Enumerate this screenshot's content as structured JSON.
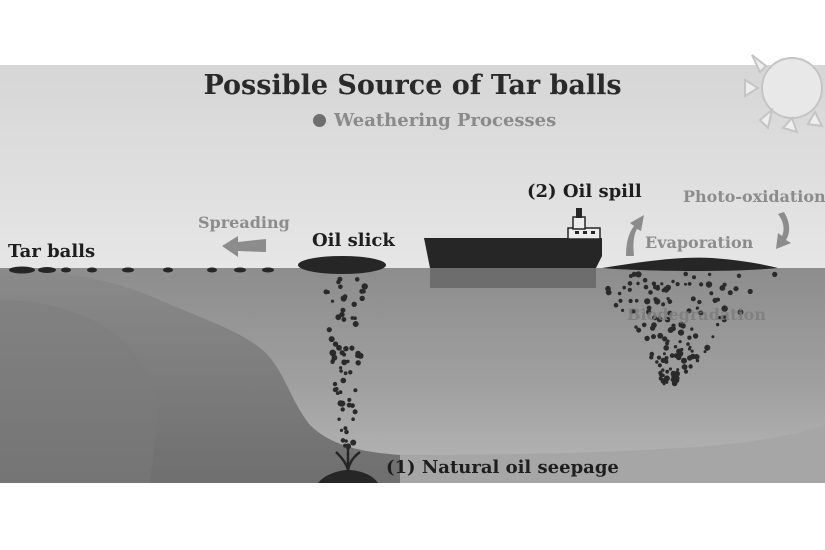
{
  "diagram": {
    "title": "Possible Source of Tar balls",
    "subtitle": "Weathering Processes",
    "labels": {
      "tar_balls": "Tar balls",
      "spreading": "Spreading",
      "oil_slick": "Oil slick",
      "oil_spill": "(2) Oil spill",
      "photo_oxidation": "Photo-oxidation",
      "evaporation": "Evaporation",
      "biodegradation": "Biodegradation",
      "natural_seepage": "(1) Natural oil seepage"
    },
    "colors": {
      "sky": "#dcdcdc",
      "sea": "#8e8e8e",
      "deep_water": "#9e9e9e",
      "seabed": "#7a7a7a",
      "oil": "#262626",
      "arrow": "#8c8c8c"
    }
  }
}
